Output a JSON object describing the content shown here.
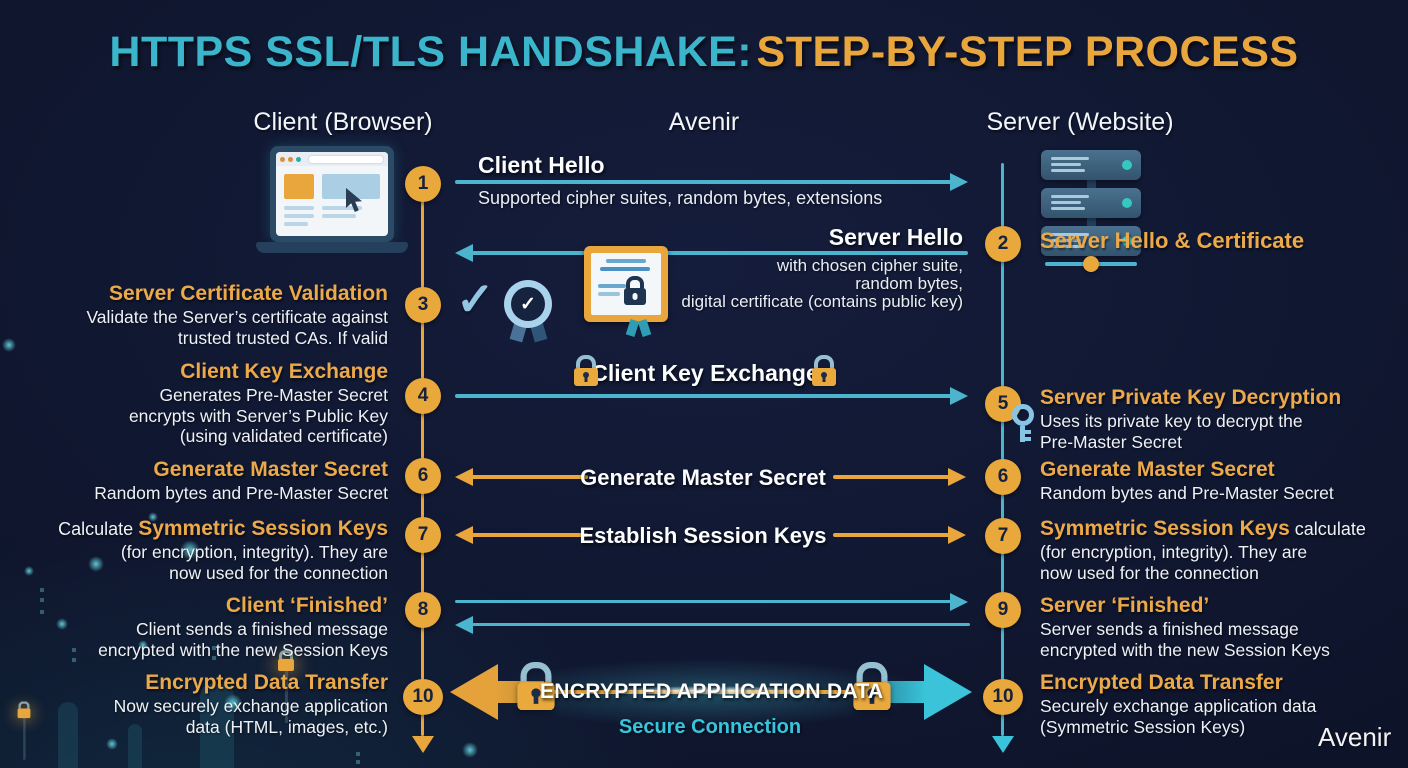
{
  "title": {
    "teal": "HTTPS SSL/TLS HANDSHAKE:",
    "orange": "STEP-BY-STEP PROCESS"
  },
  "headers": {
    "client": "Client (Browser)",
    "center": "Avenir",
    "server": "Server (Website)"
  },
  "watermark": "Avenir",
  "colors": {
    "background": "#10172e",
    "teal": "#4db4cd",
    "orange": "#e8a63c",
    "heading_orange": "#eca949",
    "white": "#eef2f7"
  },
  "icons": {
    "check": "✓",
    "badge_check": "✓"
  },
  "middle": {
    "step1": {
      "num": "1",
      "title": "Client Hello",
      "subtitle": "Supported cipher suites, random bytes, extensions"
    },
    "step2": {
      "num": "2",
      "title": "Server Hello",
      "line1": "with chosen cipher suite,",
      "line2": "random bytes,",
      "line3": "digital certificate (contains public key)"
    },
    "step4_label": "Client Key Exchange",
    "step6_label": "Generate Master Secret",
    "step7_label": "Establish Session Keys",
    "step10_label": "ENCRYPTED APPLICATION DATA",
    "secure_connection": "Secure Connection"
  },
  "left": {
    "step1": {
      "num": "1"
    },
    "step3": {
      "num": "3",
      "title": "Server Certificate Validation",
      "body": "Validate the Server’s certificate against trusted trusted CAs. If valid"
    },
    "step4": {
      "num": "4",
      "title": "Client Key Exchange",
      "body": "Generates Pre-Master Secret encrypts with Server’s Public Key (using validated certificate)"
    },
    "step6": {
      "num": "6",
      "title": "Generate Master Secret",
      "body": "Random bytes and Pre-Master Secret"
    },
    "step7": {
      "num": "7",
      "prefix": "Calculate ",
      "title": "Symmetric Session Keys",
      "body": "(for encryption, integrity). They are now used for the connection"
    },
    "step8": {
      "num": "8",
      "title": "Client ‘Finished’",
      "body": "Client sends a finished message encrypted with the new Session Keys"
    },
    "step10": {
      "num": "10",
      "title": "Encrypted Data Transfer",
      "body": "Now securely exchange application data (HTML, images, etc.)"
    }
  },
  "right": {
    "step2": {
      "num": "2",
      "title": "Server Hello & Certificate"
    },
    "step5": {
      "num": "5",
      "title": "Server Private Key Decryption",
      "body": "Uses its private key to decrypt the Pre-Master Secret"
    },
    "step6": {
      "num": "6",
      "title": "Generate Master Secret",
      "body": "Random bytes and Pre-Master Secret"
    },
    "step7": {
      "num": "7",
      "title": "Symmetric Session Keys",
      "suffix": " calculate",
      "body": "(for encryption, integrity). They are now used for the connection"
    },
    "step9": {
      "num": "9",
      "title": "Server ‘Finished’",
      "body": "Server sends a finished message encrypted with the new Session Keys"
    },
    "step10": {
      "num": "10",
      "title": "Encrypted Data Transfer",
      "body": "Securely exchange application data (Symmetric Session Keys)"
    }
  }
}
